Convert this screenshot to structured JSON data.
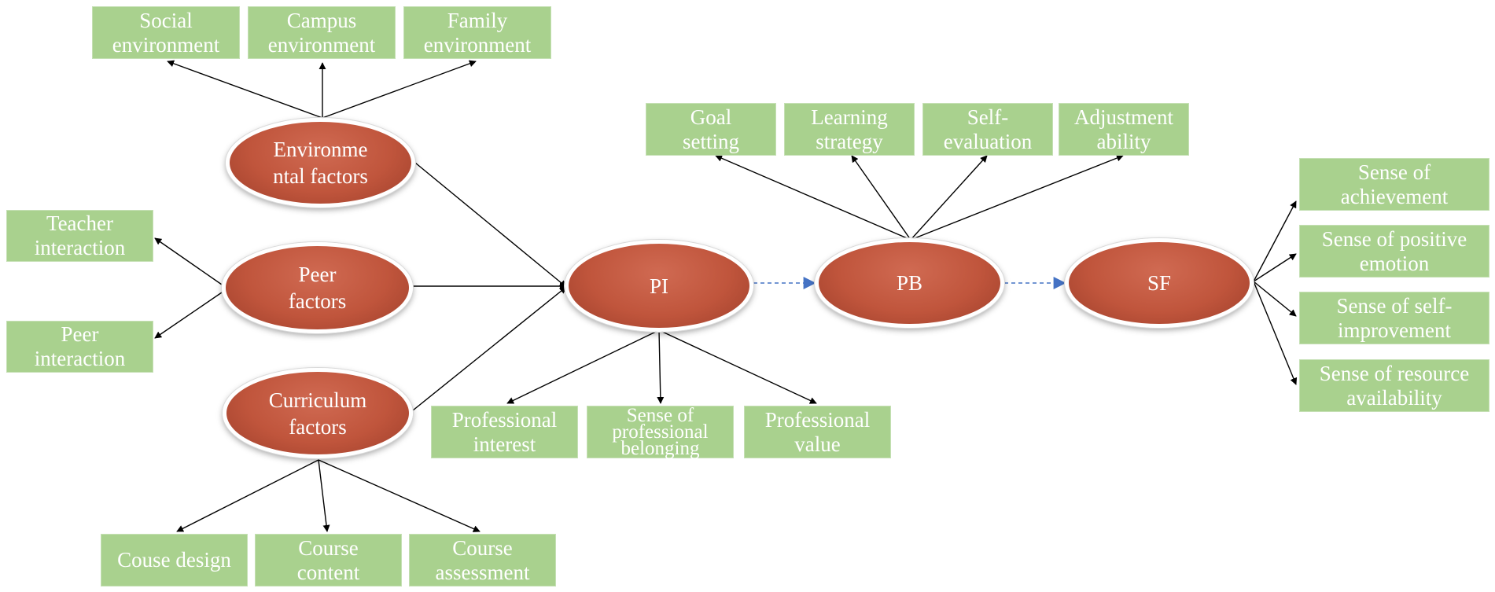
{
  "factor_nodes": {
    "environmental": "Environme\nntal factors",
    "peer": "Peer\nfactors",
    "curriculum": "Curriculum\nfactors"
  },
  "core_nodes": {
    "pi": "PI",
    "pb": "PB",
    "sf": "SF"
  },
  "environment_boxes": [
    "Social\nenvironment",
    "Campus\nenvironment",
    "Family\nenvironment"
  ],
  "peer_boxes": [
    "Teacher\ninteraction",
    "Peer\ninteraction"
  ],
  "course_boxes": [
    "Couse design",
    "Course\ncontent",
    "Course\nassessment"
  ],
  "pi_boxes": [
    "Professional\ninterest",
    "Sense of\nprofessional\nbelonging",
    "Professional\nvalue"
  ],
  "pb_boxes": [
    "Goal\nsetting",
    "Learning\nstrategy",
    "Self-\nevaluation",
    "Adjustment\nability"
  ],
  "sf_boxes": [
    "Sense of\nachievement",
    "Sense of positive\nemotion",
    "Sense of self-\nimprovement",
    "Sense of resource\navailability"
  ],
  "colors": {
    "node_fill": "#c0553c",
    "box_fill": "#a9d18e",
    "dashed_arrow": "#4472c4",
    "solid_arrow": "#000000"
  }
}
